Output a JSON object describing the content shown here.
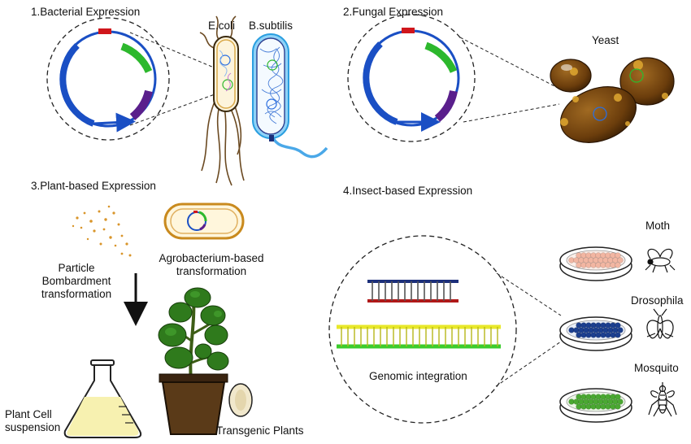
{
  "sections": {
    "bacterial": "1.Bacterial Expression",
    "fungal": "2.Fungal Expression",
    "plant": "3.Plant-based Expression",
    "insect": "4.Insect-based Expression"
  },
  "organisms": {
    "ecoli": "E.coli",
    "bsubtilis": "B.subtilis",
    "yeast": "Yeast"
  },
  "plant_labels": {
    "particle": "Particle Bombardment transformation",
    "agro": "Agrobacterium-based transformation",
    "cell": "Plant Cell suspension",
    "transgenic": "Transgenic Plants"
  },
  "insect_labels": {
    "genomic": "Genomic integration",
    "moth": "Moth",
    "drosophila": "Drosophila",
    "mosquito": "Mosquito"
  },
  "colors": {
    "plasmid_blue": "#1a4fc4",
    "plasmid_green": "#2db82d",
    "plasmid_purple": "#5a1f8c",
    "plasmid_red": "#d0161c",
    "yeast_brown": "#6b3d0c",
    "yeast_spot": "#e0a830",
    "dna_navy": "#1c2f7a",
    "dna_red": "#b01818",
    "dna_yellow": "#e8e82a",
    "dna_green": "#3ccc2c",
    "moth_cells": "#f2b6a2",
    "drosophila_cells": "#1c3f8f",
    "mosquito_cells": "#4aa832"
  }
}
